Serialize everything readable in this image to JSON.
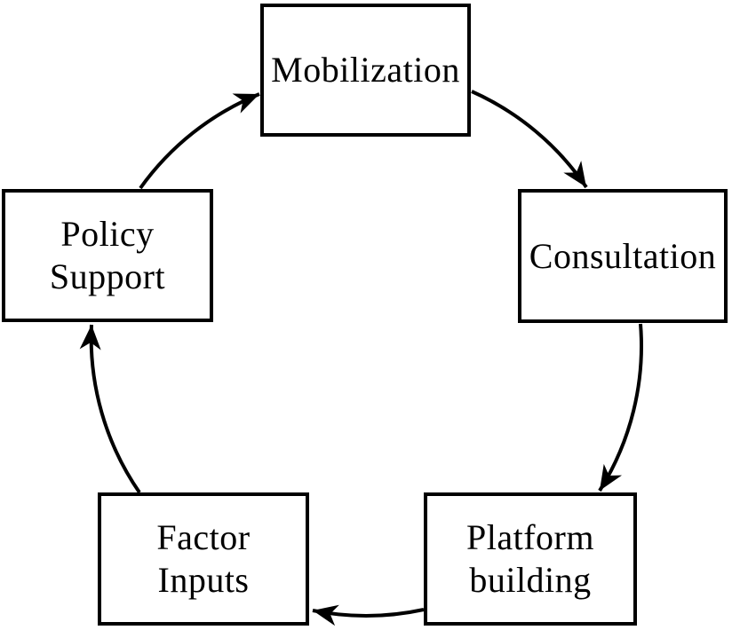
{
  "diagram": {
    "type": "cycle",
    "background_color": "#ffffff",
    "stroke_color": "#000000",
    "arrowhead_style": "filled-stealth",
    "direction": "clockwise",
    "nodes": [
      {
        "id": "mobilization",
        "label": "Mobilization",
        "lines": [
          "Mobilization"
        ]
      },
      {
        "id": "consultation",
        "label": "Consultation",
        "lines": [
          "Consultation"
        ]
      },
      {
        "id": "platform-building",
        "label": "Platform building",
        "lines": [
          "Platform",
          "building"
        ]
      },
      {
        "id": "factor-inputs",
        "label": "Factor Inputs",
        "lines": [
          "Factor",
          "Inputs"
        ]
      },
      {
        "id": "policy-support",
        "label": "Policy Support",
        "lines": [
          "Policy",
          "Support"
        ]
      }
    ],
    "edges": [
      {
        "from": "Policy Support",
        "to": "Mobilization"
      },
      {
        "from": "Mobilization",
        "to": "Consultation"
      },
      {
        "from": "Consultation",
        "to": "Platform building"
      },
      {
        "from": "Platform building",
        "to": "Factor Inputs"
      },
      {
        "from": "Factor Inputs",
        "to": "Policy Support"
      }
    ]
  }
}
